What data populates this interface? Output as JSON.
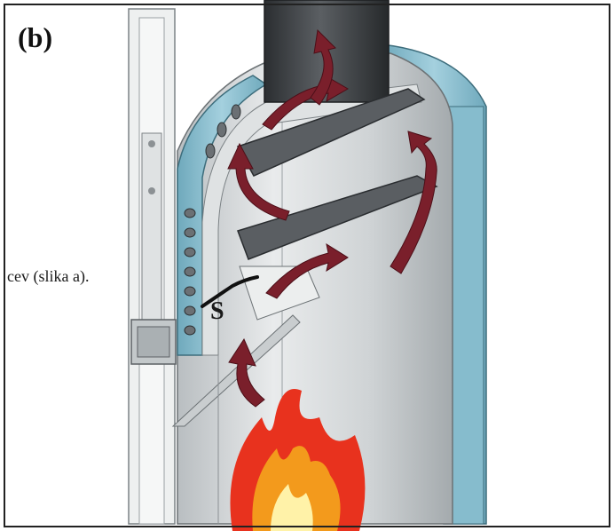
{
  "figure": {
    "panel_label": "(b)",
    "caption_fragment": "cev (slika a).",
    "part_label": "S"
  },
  "colors": {
    "frame": "#222222",
    "insulation": "#8fc3d4",
    "insulation_dark": "#5e9fb3",
    "steel": "#c9cdcf",
    "steel_light": "#eceeee",
    "steel_dark": "#8c9194",
    "flue_pipe": "#3a3d40",
    "baffle": "#5a5e62",
    "arrow": "#7a1f2b",
    "flame_outer": "#e8321e",
    "flame_mid": "#f39a1c",
    "flame_inner": "#fff2a8"
  },
  "icons": {
    "airflow_arrow": "curved-arrow-icon",
    "fire": "flame-icon"
  }
}
